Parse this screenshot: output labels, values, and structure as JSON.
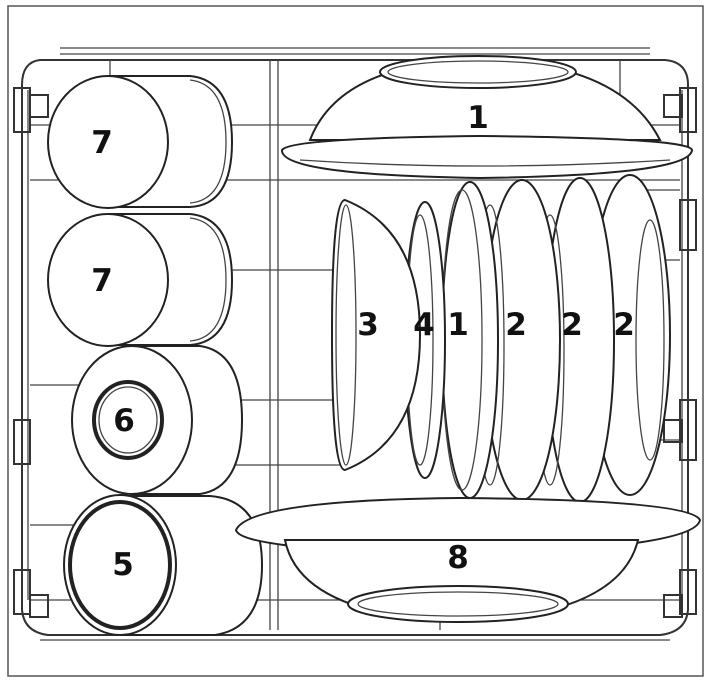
{
  "diagram": {
    "colors": {
      "line": "#222222",
      "fill": "#ffffff",
      "label": "#111111",
      "frame": "#555555"
    },
    "items": [
      {
        "id": "bowl-top",
        "label": "1"
      },
      {
        "id": "plate-a",
        "label": "1"
      },
      {
        "id": "plate-b",
        "label": "2"
      },
      {
        "id": "plate-c",
        "label": "2"
      },
      {
        "id": "plate-d",
        "label": "2"
      },
      {
        "id": "bowl-small",
        "label": "3"
      },
      {
        "id": "saucer",
        "label": "4"
      },
      {
        "id": "cup-lower",
        "label": "5"
      },
      {
        "id": "cup-mid",
        "label": "6"
      },
      {
        "id": "cup-top-1",
        "label": "7"
      },
      {
        "id": "cup-top-2",
        "label": "7"
      },
      {
        "id": "serving-bowl",
        "label": "8"
      }
    ]
  }
}
